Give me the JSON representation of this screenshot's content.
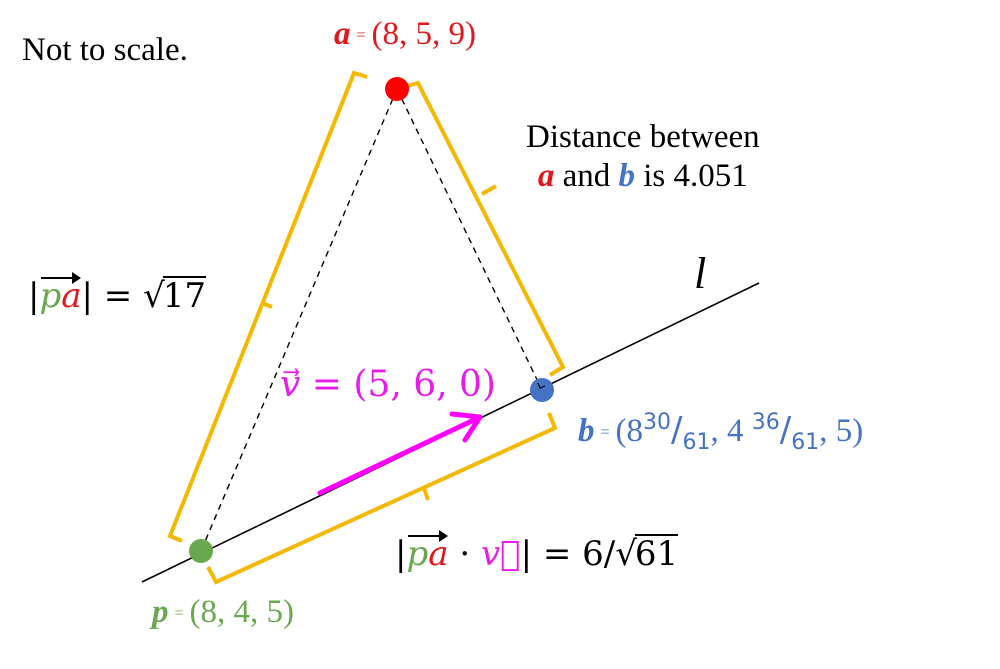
{
  "title": "Not to scale.",
  "points": {
    "a": {
      "name": "a",
      "eq": "=",
      "coords": "(8, 5, 9)",
      "color": "#e3171b",
      "px": [
        397,
        89
      ]
    },
    "b": {
      "name": "b",
      "eq": "=",
      "open": "(8",
      "x_num": "30",
      "x_den": "61",
      "mid": ", 4 ",
      "y_num": "36",
      "y_den": "61",
      "close": ", 5)",
      "color": "#4472c4",
      "px": [
        542,
        390
      ]
    },
    "p": {
      "name": "p",
      "eq": "=",
      "coords": "(8, 4, 5)",
      "color": "#6aa84f",
      "px": [
        201,
        551
      ]
    }
  },
  "distance_note": {
    "line1": "Distance between",
    "a": "a",
    "and": " and ",
    "b": "b",
    "rest": " is 4.051"
  },
  "pa_norm": {
    "bar_left": "|",
    "p": "p",
    "a": "a",
    "bar_right": "|",
    "equals": " = ",
    "root": "√",
    "value": "17"
  },
  "projection": {
    "bar_left": "|",
    "p": "p",
    "a": "a",
    "dot": " · ",
    "v": "v",
    "bar_right": "|",
    "equals": " = 6/",
    "root": "√",
    "value": "61"
  },
  "vector_v": {
    "name": "v",
    "arrow": "⃗",
    "value": " = (5, 6, 0)",
    "color": "#e81ce8"
  },
  "line_label": "l",
  "colors": {
    "bracket": "#f5b800",
    "line": "#000000",
    "dashed": "#000000",
    "vector": "#ff00ff"
  }
}
